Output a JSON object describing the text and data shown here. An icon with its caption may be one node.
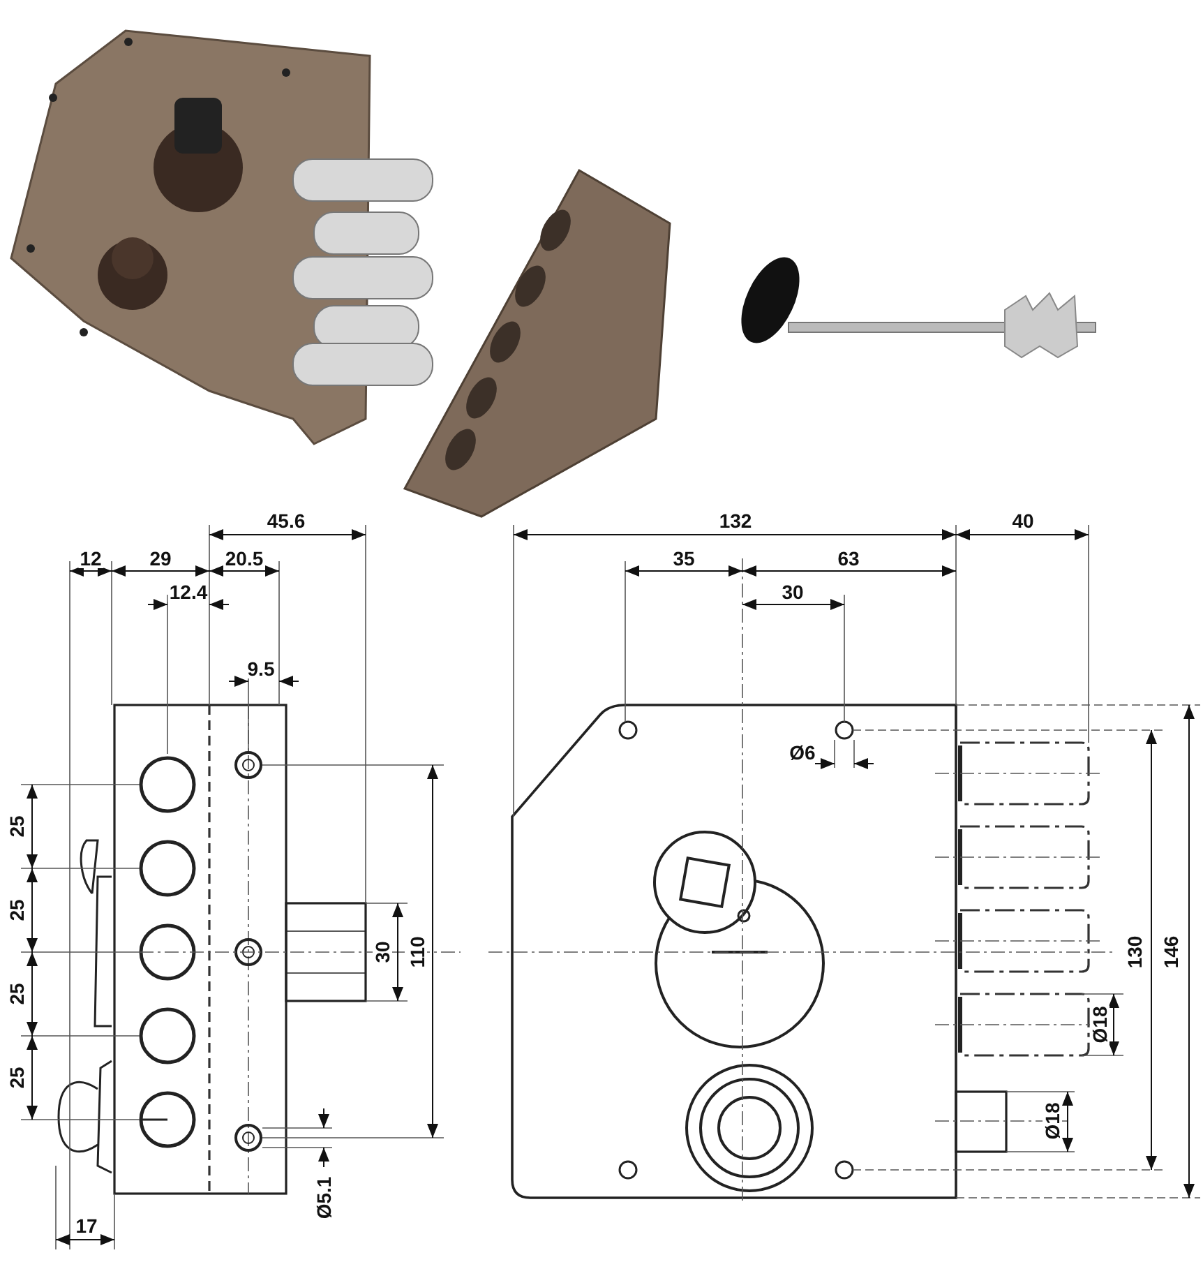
{
  "diagram": {
    "labels": [
      "45.6",
      "12",
      "29",
      "20.5",
      "12.4",
      "9.5",
      "25",
      "25",
      "25",
      "25",
      "30",
      "110",
      "Ø5.1",
      "17",
      "132",
      "40",
      "35",
      "63",
      "30",
      "Ø6",
      "130",
      "146",
      "Ø18",
      "Ø18"
    ]
  }
}
